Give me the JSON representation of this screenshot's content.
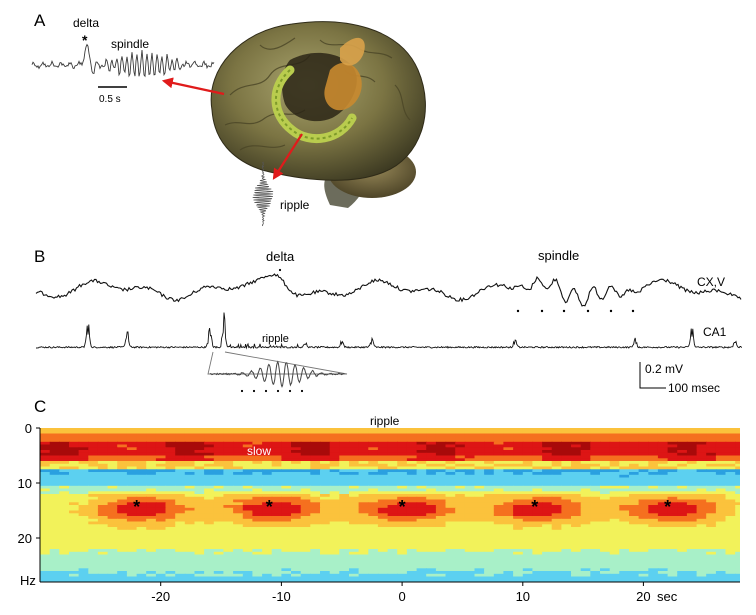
{
  "panel_a": {
    "label": "A",
    "delta_label": "delta",
    "spindle_label": "spindle",
    "scale_label": "0.5 s",
    "ripple_label": "ripple",
    "star": "*"
  },
  "panel_b": {
    "label": "B",
    "delta_label": "delta",
    "spindle_label": "spindle",
    "trace1_label": "CX,V",
    "trace2_label": "CA1",
    "ripple_label": "ripple",
    "scale_voltage": "0.2 mV",
    "scale_time": "100 msec"
  },
  "panel_c": {
    "label": "C",
    "title": "ripple",
    "band_label": "slow",
    "y_ticks": [
      "0",
      "10",
      "20"
    ],
    "y_unit": "Hz",
    "x_ticks": [
      "-20",
      "-10",
      "0",
      "10",
      "20"
    ],
    "x_unit": "sec",
    "star": "*"
  },
  "chart_data": {
    "type": "heatmap",
    "title": "ripple",
    "xlabel": "sec",
    "ylabel": "Hz",
    "xlim": [
      -30,
      28
    ],
    "ylim": [
      0,
      28
    ],
    "x_ticks": [
      -20,
      -10,
      0,
      10,
      20
    ],
    "y_ticks": [
      0,
      10,
      20
    ],
    "y_direction": "top-down",
    "colormap": [
      "#2aa0e0",
      "#5cd0f0",
      "#a8f0c8",
      "#f2f25a",
      "#fbc23c",
      "#f5701f",
      "#dd1515",
      "#a80a0a"
    ],
    "bands": [
      {
        "label": "slow",
        "freq_range": [
          1,
          6
        ],
        "level": "high"
      },
      {
        "freq_range": [
          8,
          10
        ],
        "level": "low"
      }
    ],
    "spindle_peaks_sec": [
      -22,
      -11,
      0,
      11,
      22
    ],
    "spindle_peak_freq_hz": 14.5
  }
}
